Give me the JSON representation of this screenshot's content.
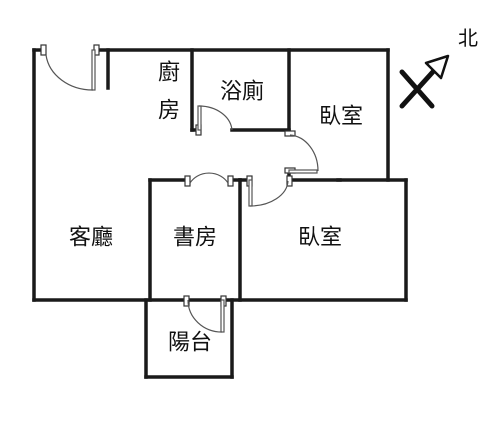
{
  "rooms": {
    "kitchen_line1": "廚",
    "kitchen_line2": "房",
    "bathroom": "浴廁",
    "bedroom_north": "臥室",
    "living_room": "客廳",
    "study": "書房",
    "bedroom_south": "臥室",
    "balcony": "陽台"
  },
  "compass": {
    "north_label": "北"
  }
}
